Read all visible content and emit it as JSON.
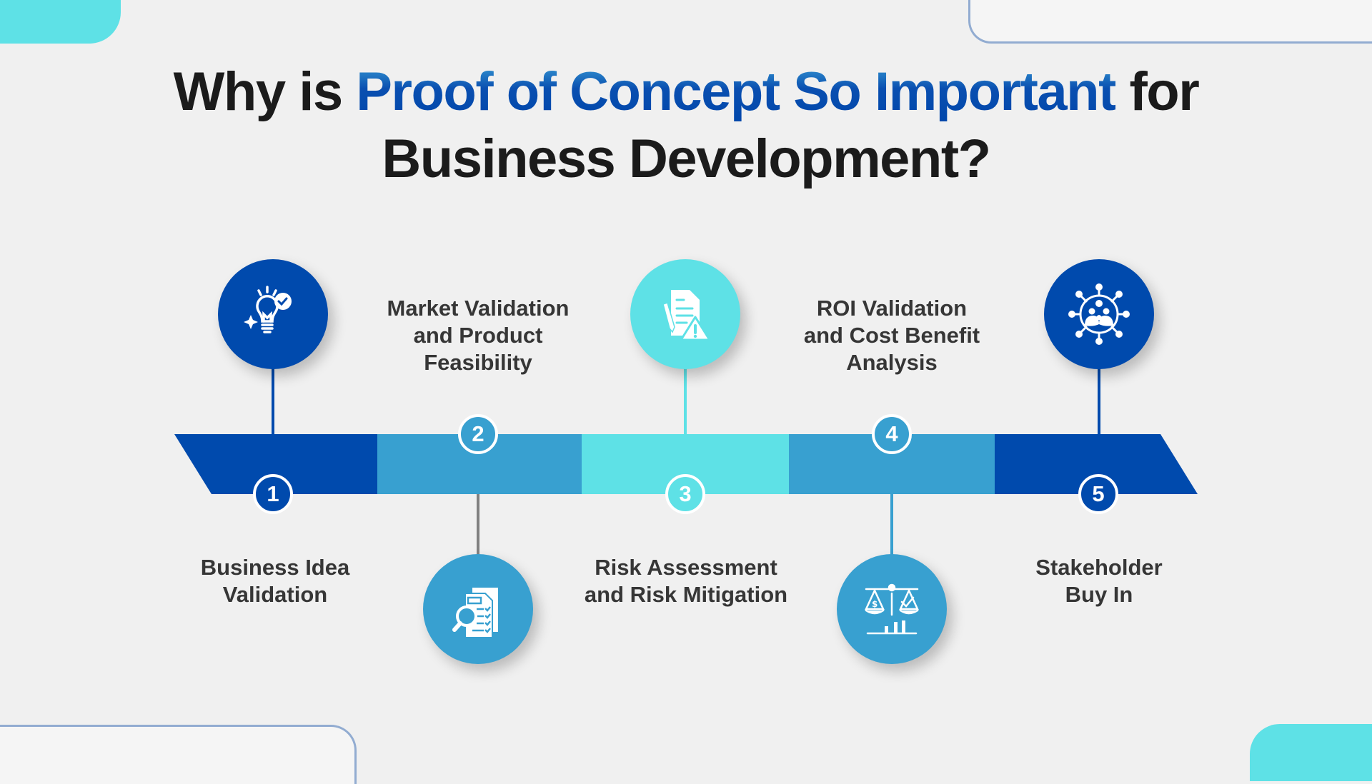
{
  "title": {
    "prefix": "Why is ",
    "highlight": "Proof of Concept So Important",
    "suffix": " for",
    "line2": "Business Development?"
  },
  "colors": {
    "background": "#f0f0f0",
    "dark_blue": "#004aad",
    "mid_blue": "#38a0d0",
    "cyan": "#5ee1e6",
    "text": "#363636",
    "title": "#1b1b1b",
    "corner_outline": "#92acd1"
  },
  "steps": [
    {
      "number": "1",
      "label_line1": "Business Idea",
      "label_line2": "Validation",
      "label_line3": "",
      "icon": "lightbulb-check-icon",
      "color": "#004aad",
      "position": "top-icon"
    },
    {
      "number": "2",
      "label_line1": "Market Validation",
      "label_line2": "and Product",
      "label_line3": "Feasibility",
      "icon": "document-search-icon",
      "color": "#38a0d0",
      "position": "bottom-icon"
    },
    {
      "number": "3",
      "label_line1": "Risk Assessment",
      "label_line2": "and Risk Mitigation",
      "label_line3": "",
      "icon": "document-warning-icon",
      "color": "#5ee1e6",
      "position": "top-icon"
    },
    {
      "number": "4",
      "label_line1": "ROI Validation",
      "label_line2": "and Cost Benefit",
      "label_line3": "Analysis",
      "icon": "balance-scale-chart-icon",
      "color": "#38a0d0",
      "position": "bottom-icon"
    },
    {
      "number": "5",
      "label_line1": "Stakeholder",
      "label_line2": "Buy In",
      "label_line3": "",
      "icon": "stakeholder-network-icon",
      "color": "#004aad",
      "position": "top-icon"
    }
  ]
}
